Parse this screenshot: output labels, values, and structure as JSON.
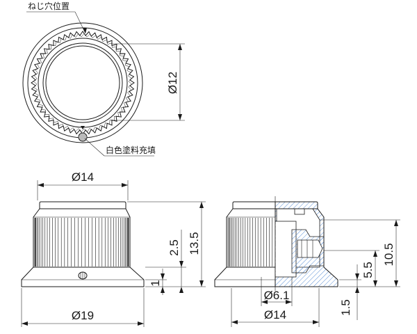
{
  "annotations": {
    "screw_hole": "ねじ穴位置",
    "white_fill": "白色塗料充填"
  },
  "dimensions": {
    "top_dia": "Ø12",
    "cap_dia": "Ø14",
    "base_dia": "Ø19",
    "h_2_5": "2.5",
    "h_13_5": "13.5",
    "h_1": "1",
    "sec_dia_6_1": "Ø6.1",
    "sec_dia_14": "Ø14",
    "sec_10_5": "10.5",
    "sec_5_5": "5.5",
    "sec_1_5": "1.5"
  },
  "colors": {
    "line": "#1a1a1a",
    "hatch": "#5a8fd6",
    "body": "#2b2b2b"
  }
}
